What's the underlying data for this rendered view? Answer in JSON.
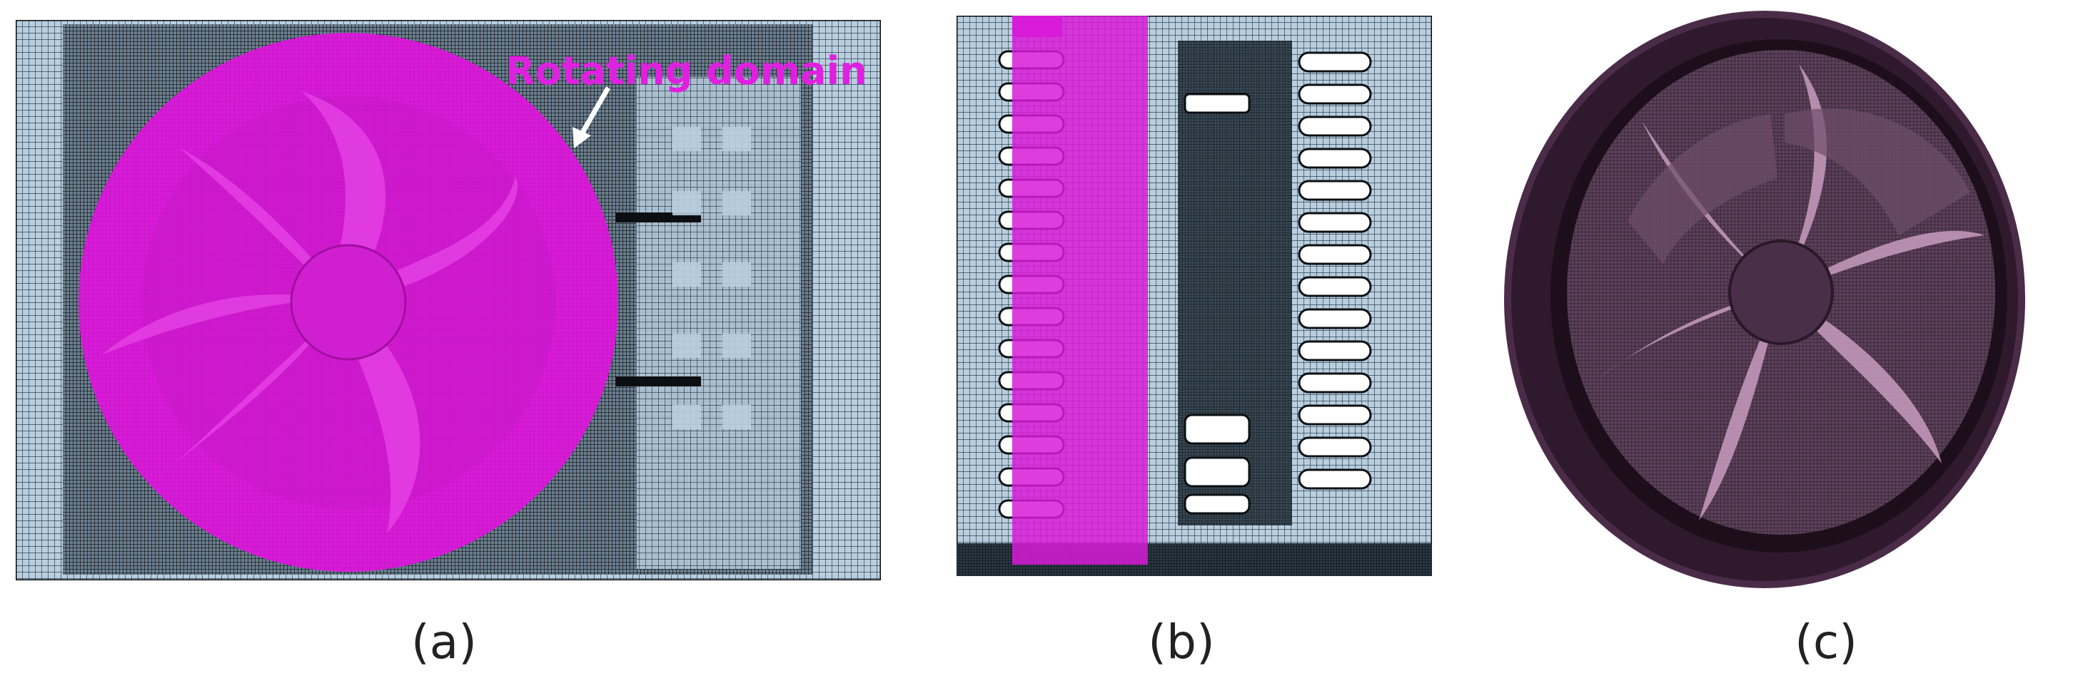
{
  "panels": [
    {
      "caption": "(a)",
      "annotation": "Rotating domain"
    },
    {
      "caption": "(b)"
    },
    {
      "caption": "(c)"
    }
  ],
  "colors": {
    "mesh_background": "#b9cfe0",
    "mesh_line": "#1b2a36",
    "dense_mesh": "#0c0f12",
    "rotating_domain": "#d81bd8",
    "fan_body": "#3b1f38",
    "fan_blade_light": "#c89cc0"
  },
  "icons": [
    "arrow-icon"
  ]
}
